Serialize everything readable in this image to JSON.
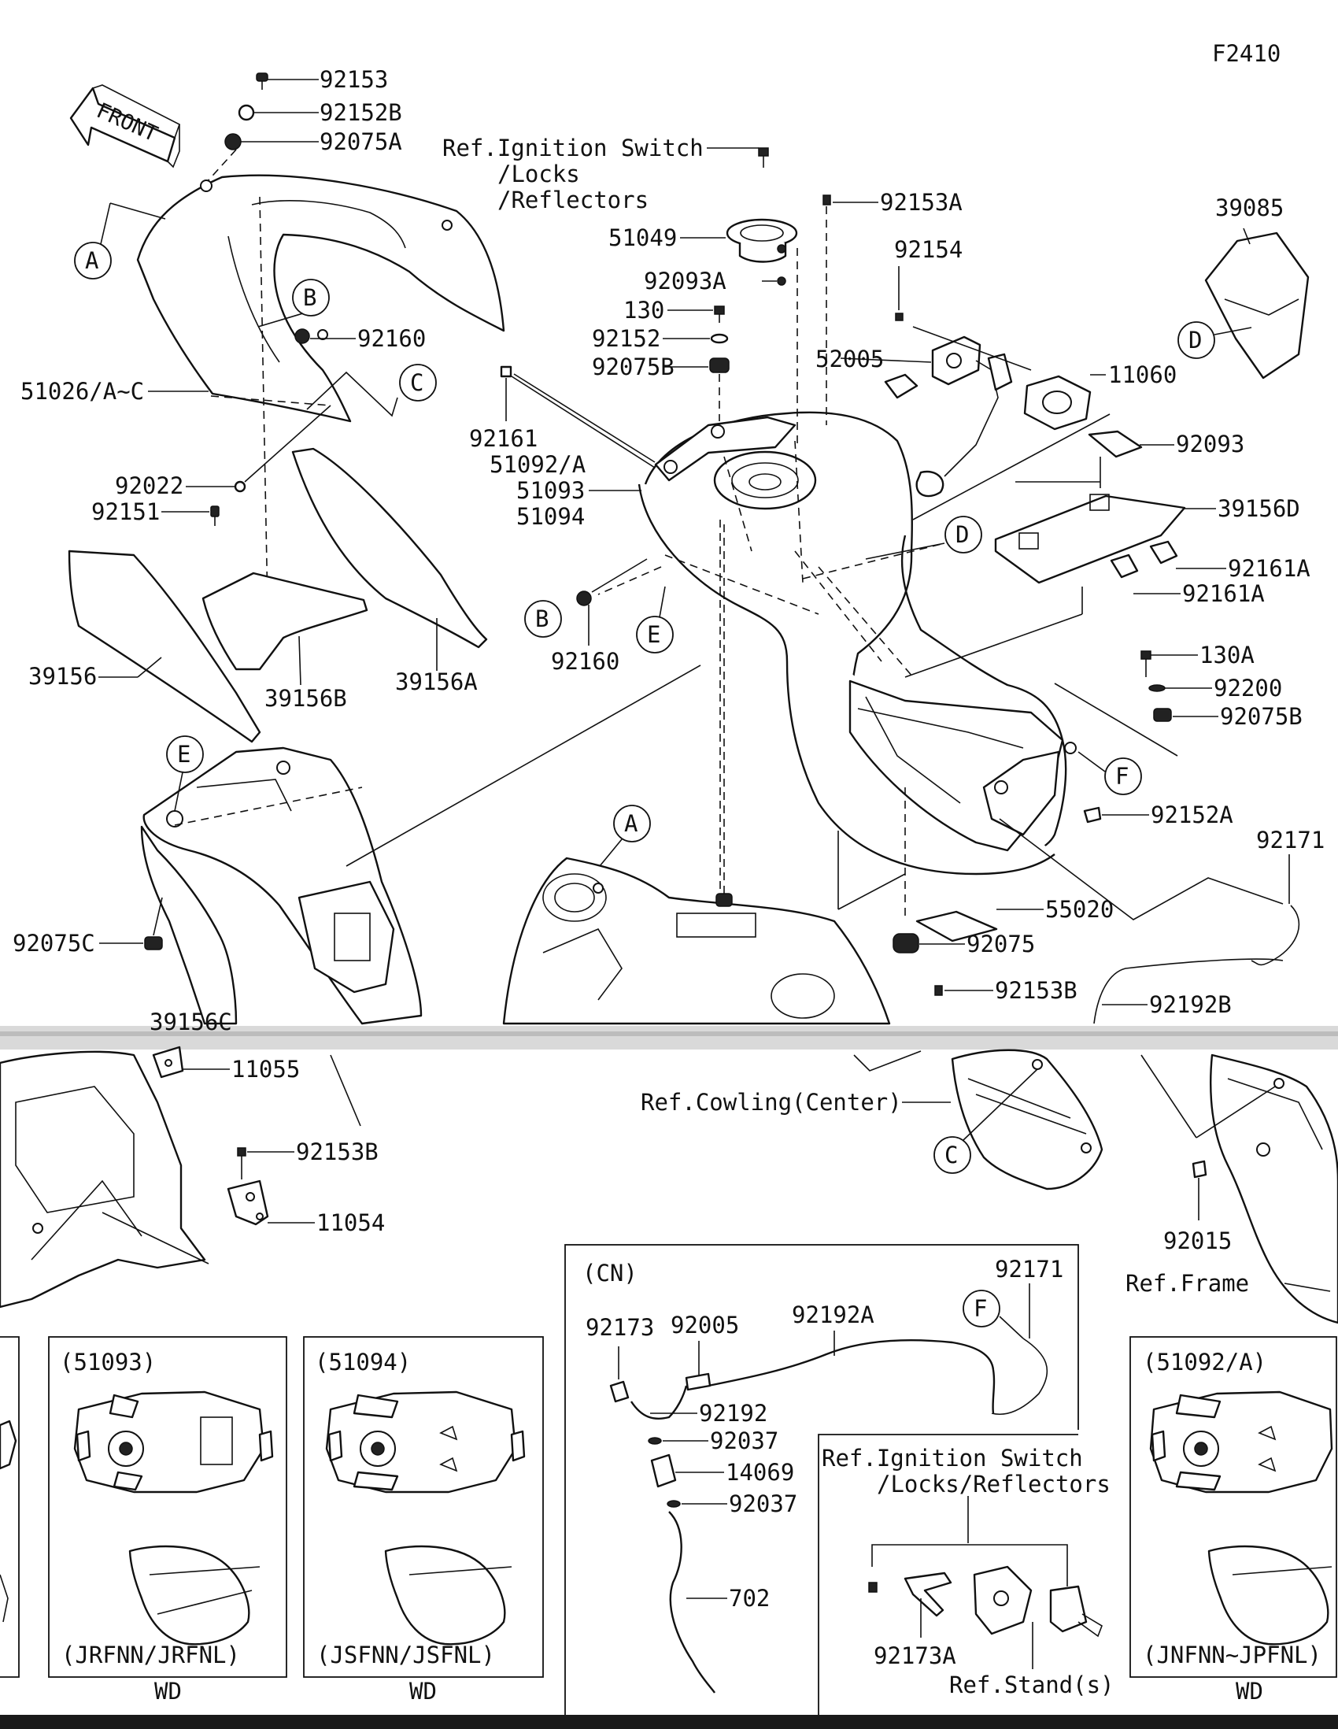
{
  "diagram_code": "F2410",
  "front_label": "FRONT",
  "labels": {
    "l_92153": "92153",
    "l_92152B": "92152B",
    "l_92075A": "92075A",
    "l_ref_ign_1": "Ref.Ignition Switch",
    "l_ref_ign_2": "/Locks",
    "l_ref_ign_3": "/Reflectors",
    "l_92153A": "92153A",
    "l_51049": "51049",
    "l_92093A": "92093A",
    "l_92154": "92154",
    "l_39085": "39085",
    "l_130": "130",
    "l_92152": "92152",
    "l_92075B_top": "92075B",
    "l_52005": "52005",
    "l_11060": "11060",
    "l_92160_top": "92160",
    "l_51026": "51026/A~C",
    "l_92161": "92161",
    "l_51092A": "51092/A",
    "l_51093": "51093",
    "l_51094": "51094",
    "l_92093": "92093",
    "l_39156D": "39156D",
    "l_92022": "92022",
    "l_92151": "92151",
    "l_92161A_1": "92161A",
    "l_92161A_2": "92161A",
    "l_92160_mid": "92160",
    "l_39156": "39156",
    "l_39156B": "39156B",
    "l_39156A": "39156A",
    "l_130A": "130A",
    "l_92200": "92200",
    "l_92075B_mid": "92075B",
    "l_92152A": "92152A",
    "l_92171_top": "92171",
    "l_55020": "55020",
    "l_92075C": "92075C",
    "l_92075": "92075",
    "l_92153B_top": "92153B",
    "l_92192B": "92192B",
    "l_39156C": "39156C",
    "l_11055": "11055",
    "l_ref_cowling": "Ref.Cowling(Center)",
    "l_92153B_bot": "92153B",
    "l_11054": "11054",
    "l_92015": "92015",
    "l_ref_frame": "Ref.Frame",
    "l_cn": "(CN)",
    "l_92171_cn": "92171",
    "l_92173": "92173",
    "l_92005": "92005",
    "l_92192A": "92192A",
    "l_92192": "92192",
    "l_92037_1": "92037",
    "l_14069": "14069",
    "l_92037_2": "92037",
    "l_702": "702",
    "l_ref_ign_b1": "Ref.Ignition Switch",
    "l_ref_ign_b2": "/Locks/Reflectors",
    "l_92173A": "92173A",
    "l_ref_stand": "Ref.Stand(s)",
    "l_box_51093": "(51093)",
    "l_box_51094": "(51094)",
    "l_box_51092A": "(51092/A)",
    "l_var_jrfnn": "(JRFNN/JRFNL)",
    "l_var_jsfnn": "(JSFNN/JSFNL)",
    "l_var_jnfnn": "(JNFNN~JPFNL)",
    "l_wd_1": "WD",
    "l_wd_2": "WD",
    "l_wd_3": "WD"
  },
  "callouts": {
    "A": "A",
    "B": "B",
    "C": "C",
    "D": "D",
    "E": "E",
    "F": "F"
  }
}
